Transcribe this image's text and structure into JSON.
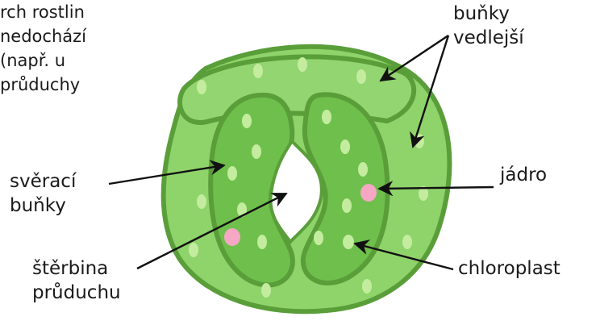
{
  "snippet_lines": [
    "rch rostlin",
    "nedochází",
    "(např.  u",
    "průduchy"
  ],
  "labels": {
    "bunky_vedlejsi": [
      "buňky",
      "vedlejší"
    ],
    "sveraci_bunky": [
      "svěrací",
      "buňky"
    ],
    "jadro": "jádro",
    "sterbina_pruduchu": [
      "štěrbina",
      "průduchu"
    ],
    "chloroplast": "chloroplast"
  },
  "colors": {
    "outline": "#5a9e3a",
    "subsidiary_cell": "#8fd36b",
    "guard_cell": "#6fbf4c",
    "chloroplast": "#c4ec9f",
    "nucleus": "#f5a7c4",
    "arrow": "#111111"
  }
}
